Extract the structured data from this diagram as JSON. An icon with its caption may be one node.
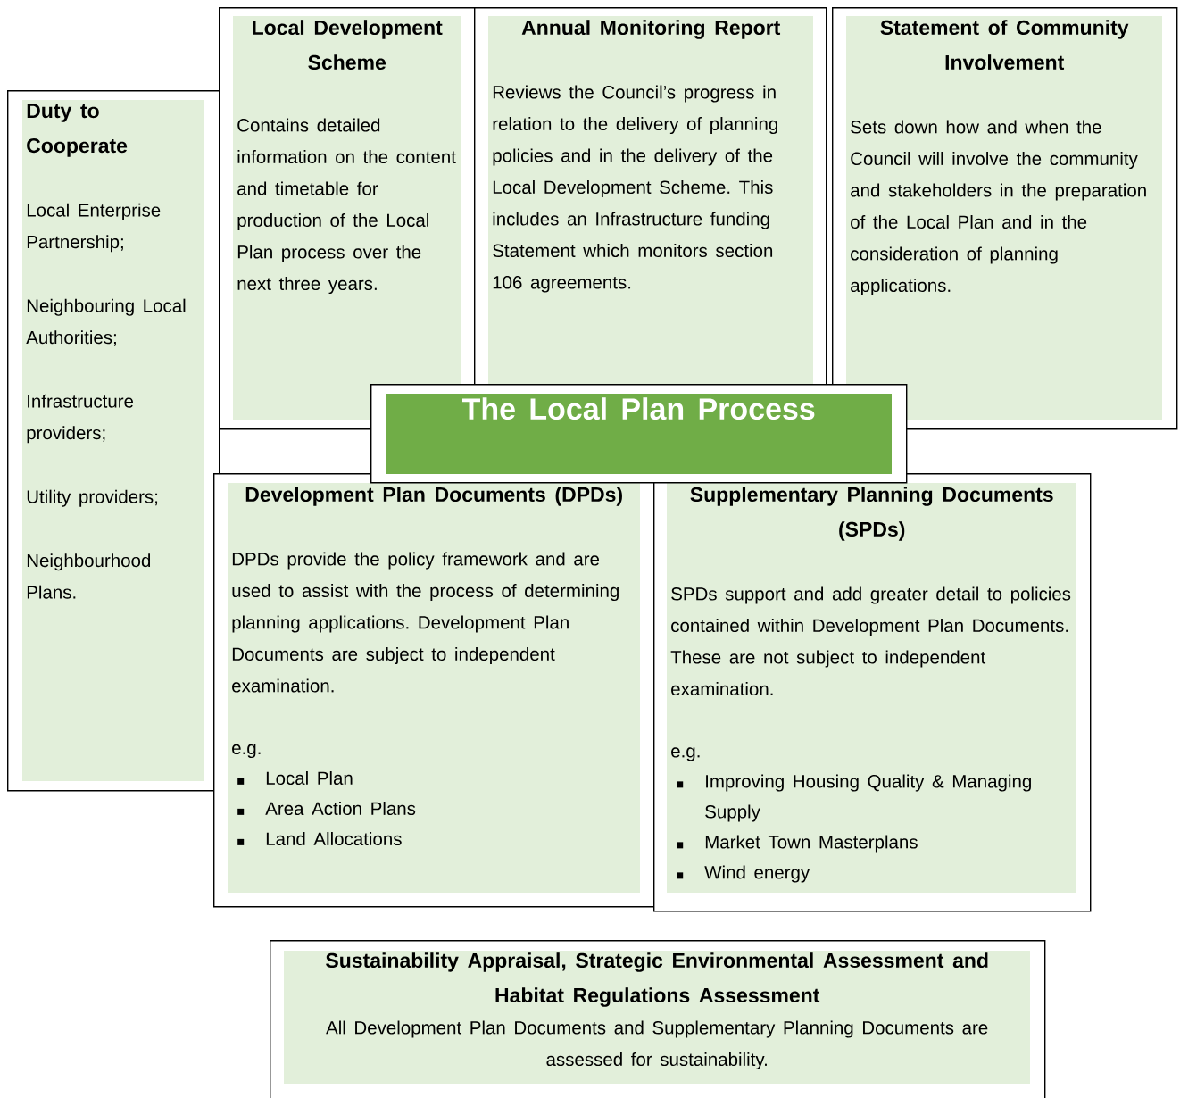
{
  "diagram": {
    "nodes": [
      {
        "text": [
          "Duty to Cooperate",
          "Local Enterprise Partnership;",
          "Neighbouring Local Authorities;",
          "Infrastructure providers;",
          "Utility providers;",
          "Neighbourhood Plans."
        ]
      },
      {
        "text": [
          "Local Development Scheme",
          "Contains detailed information on the content and timetable for production of the Local Plan process over the next three years."
        ]
      },
      {
        "text": [
          "Annual Monitoring Report",
          "Reviews the Council’s progress in relation to the delivery of planning policies and in the delivery of the Local Development Scheme. This includes an Infrastructure funding Statement which monitors section 106 agreements."
        ]
      },
      {
        "text": [
          "Statement of Community Involvement",
          "Sets down how and when the Council will involve the community and stakeholders in the preparation of the Local Plan and in the consideration of planning applications."
        ]
      },
      {
        "text": [
          "The Local Plan Process"
        ]
      },
      {
        "text": [
          "Development Plan Documents (DPDs)",
          "DPDs provide the policy framework and are used to assist with the process of determining planning applications. Development Plan Documents are subject to independent examination.",
          "e.g.",
          "Local Plan",
          "Area Action Plans",
          "Land Allocations"
        ]
      },
      {
        "text": [
          "Supplementary Planning Documents (SPDs)",
          "SPDs support and add greater detail to policies contained within Development Plan Documents.  These are not subject to independent examination.",
          "e.g.",
          "Improving Housing Quality & Managing Supply",
          "Market Town Masterplans",
          "Wind energy"
        ]
      },
      {
        "text": [
          "Sustainability Appraisal, Strategic Environmental Assessment and Habitat Regulations Assessment",
          "All Development Plan Documents and Supplementary Planning Documents are assessed for sustainability."
        ]
      }
    ]
  }
}
